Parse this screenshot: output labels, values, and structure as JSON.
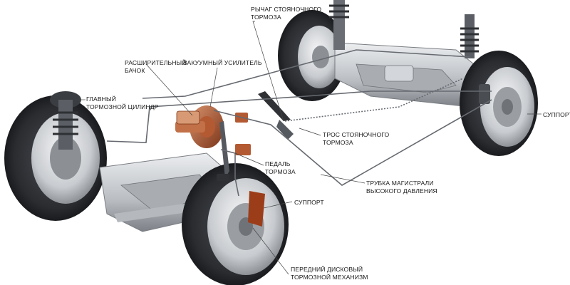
{
  "labels": {
    "parking_lever": [
      "РЫЧАГ СТОЯНОЧНОГО",
      "ТОРМОЗА"
    ],
    "expansion_tank": [
      "РАСШИРИТЕЛЬНЫЙ",
      "БАЧОК"
    ],
    "vacuum_booster": [
      "ВАКУУМНЫЙ УСИЛИТЕЛЬ"
    ],
    "master_cylinder": [
      "ГЛАВНЫЙ",
      "ТОРМОЗНОЙ ЦИЛИНДР"
    ],
    "caliper_rear": [
      "СУППОРТ"
    ],
    "parking_cable": [
      "ТРОС СТОЯНОЧНОГО",
      "ТОРМОЗА"
    ],
    "brake_pedal": [
      "ПЕДАЛЬ",
      "ТОРМОЗА"
    ],
    "hp_line": [
      "ТРУБКА МАГИСТРАЛИ",
      "ВЫСОКОГО ДАВЛЕНИЯ"
    ],
    "caliper_front": [
      "СУППОРТ"
    ],
    "front_disc": [
      "ПЕРЕДНИЙ ДИСКОВЫЙ",
      "ТОРМОЗНОЙ МЕХАНИЗМ"
    ]
  },
  "colors": {
    "tire": "#2b2d31",
    "metal": "#c9ccd0",
    "brake_fluid": "#8a3a1e",
    "line": "#555555"
  }
}
